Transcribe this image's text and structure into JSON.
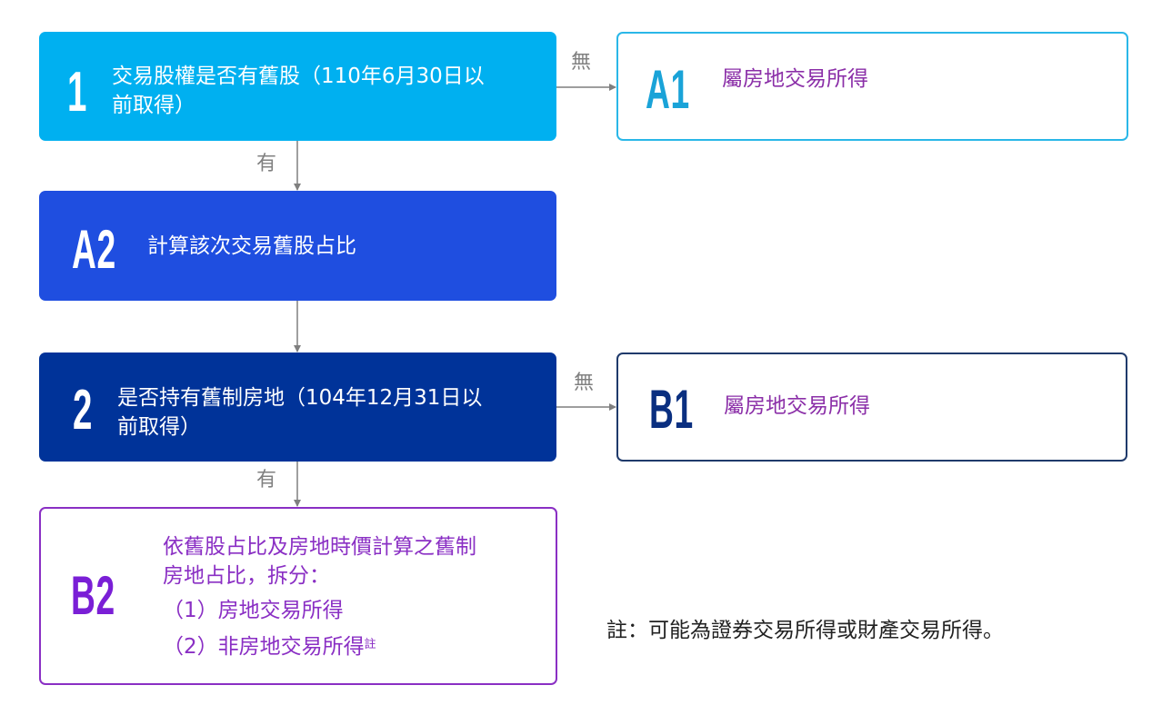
{
  "colors": {
    "box1": "#00b0f0",
    "box_a2": "#1f4ee0",
    "box2": "#003399",
    "a1_border": "#2ab7e8",
    "a1_code": "#1aa3d8",
    "b1_border": "#1f3a6b",
    "b1_code": "#0a2f80",
    "b2_border": "#8a2fc4",
    "b2_code": "#7a1fd6",
    "result_text": "#8b2fa8",
    "b2_text": "#8a2fc4",
    "arrow": "#7f7f7f"
  },
  "step1": {
    "code": "1",
    "line1": "交易股權是否有舊股（110年6月30日以",
    "line2": "前取得）"
  },
  "a1": {
    "code": "A1",
    "text": "屬房地交易所得"
  },
  "a2": {
    "code": "A2",
    "text": "計算該次交易舊股占比"
  },
  "step2": {
    "code": "2",
    "line1": "是否持有舊制房地（104年12月31日以",
    "line2": "前取得）"
  },
  "b1": {
    "code": "B1",
    "text": "屬房地交易所得"
  },
  "b2": {
    "code": "B2",
    "line1": "依舊股占比及房地時價計算之舊制",
    "line2": "房地占比，拆分：",
    "item1": "（1）房地交易所得",
    "item2": "（2）非房地交易所得",
    "item2_sup": "註"
  },
  "labels": {
    "no1": "無",
    "yes1": "有",
    "no2": "無",
    "yes2": "有"
  },
  "note": "註：可能為證券交易所得或財產交易所得。"
}
